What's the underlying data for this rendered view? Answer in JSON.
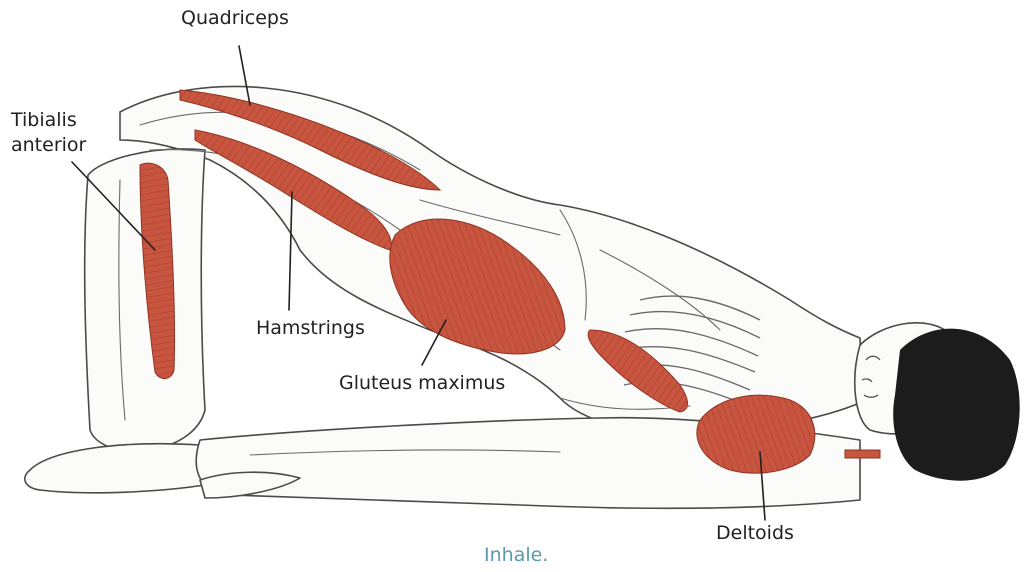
{
  "labels": {
    "quadriceps": "Quadriceps",
    "tibialis": "Tibialis",
    "anterior": "anterior",
    "hamstrings": "Hamstrings",
    "gluteus": "Gluteus maximus",
    "deltoids": "Deltoids"
  },
  "caption": "Inhale.",
  "colors": {
    "muscle": "#c8553f",
    "muscle_dark": "#a83f2c",
    "outline": "#4a4a4a",
    "ink": "#231f20",
    "caption": "#5b9aa8",
    "hair": "#1c1c1c"
  }
}
